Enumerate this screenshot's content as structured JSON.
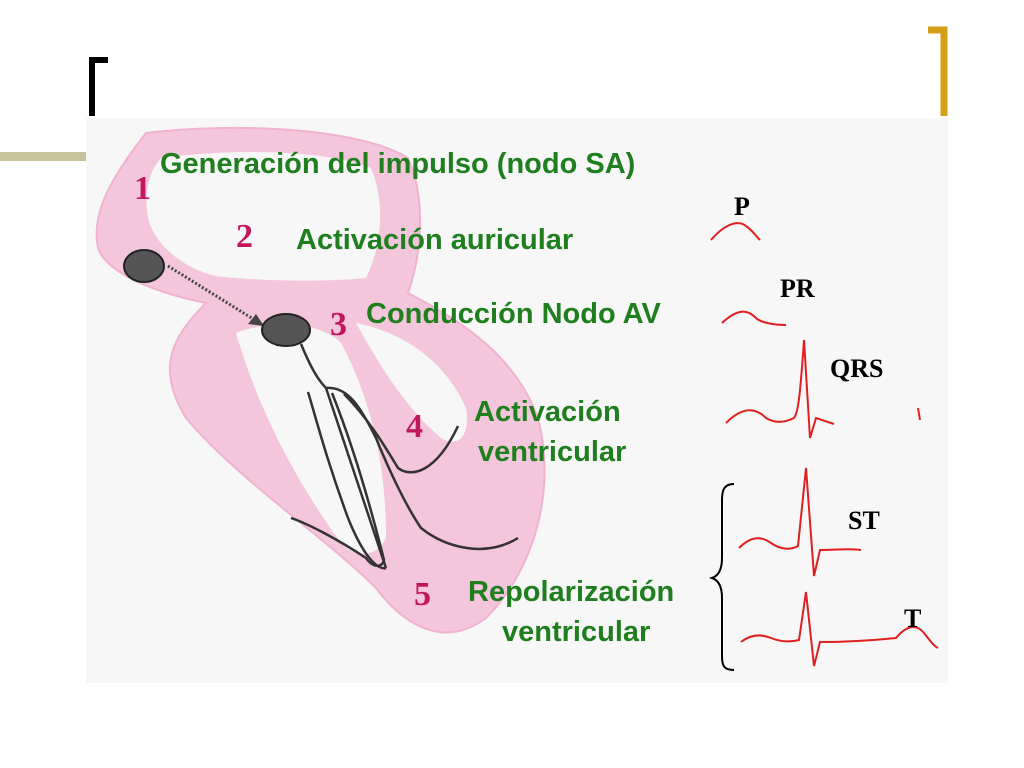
{
  "steps": [
    {
      "number": "1",
      "label": "Generación del impulso (nodo SA)"
    },
    {
      "number": "2",
      "label": "Activación auricular"
    },
    {
      "number": "3",
      "label": "Conducción Nodo AV"
    },
    {
      "number": "4",
      "label_line1": "Activación",
      "label_line2": "ventricular"
    },
    {
      "number": "5",
      "label_line1": "Repolarización",
      "label_line2": "ventricular"
    }
  ],
  "waves": {
    "p": "P",
    "pr": "PR",
    "qrs": "QRS",
    "st": "ST",
    "t": "T"
  },
  "colors": {
    "label_green": "#1f7f1f",
    "number_magenta": "#c2185b",
    "ecg_red": "#e02020",
    "heart_pink": "#f4c6dc",
    "accent_gold": "#d4a017",
    "accent_olive": "#c8c39a"
  }
}
